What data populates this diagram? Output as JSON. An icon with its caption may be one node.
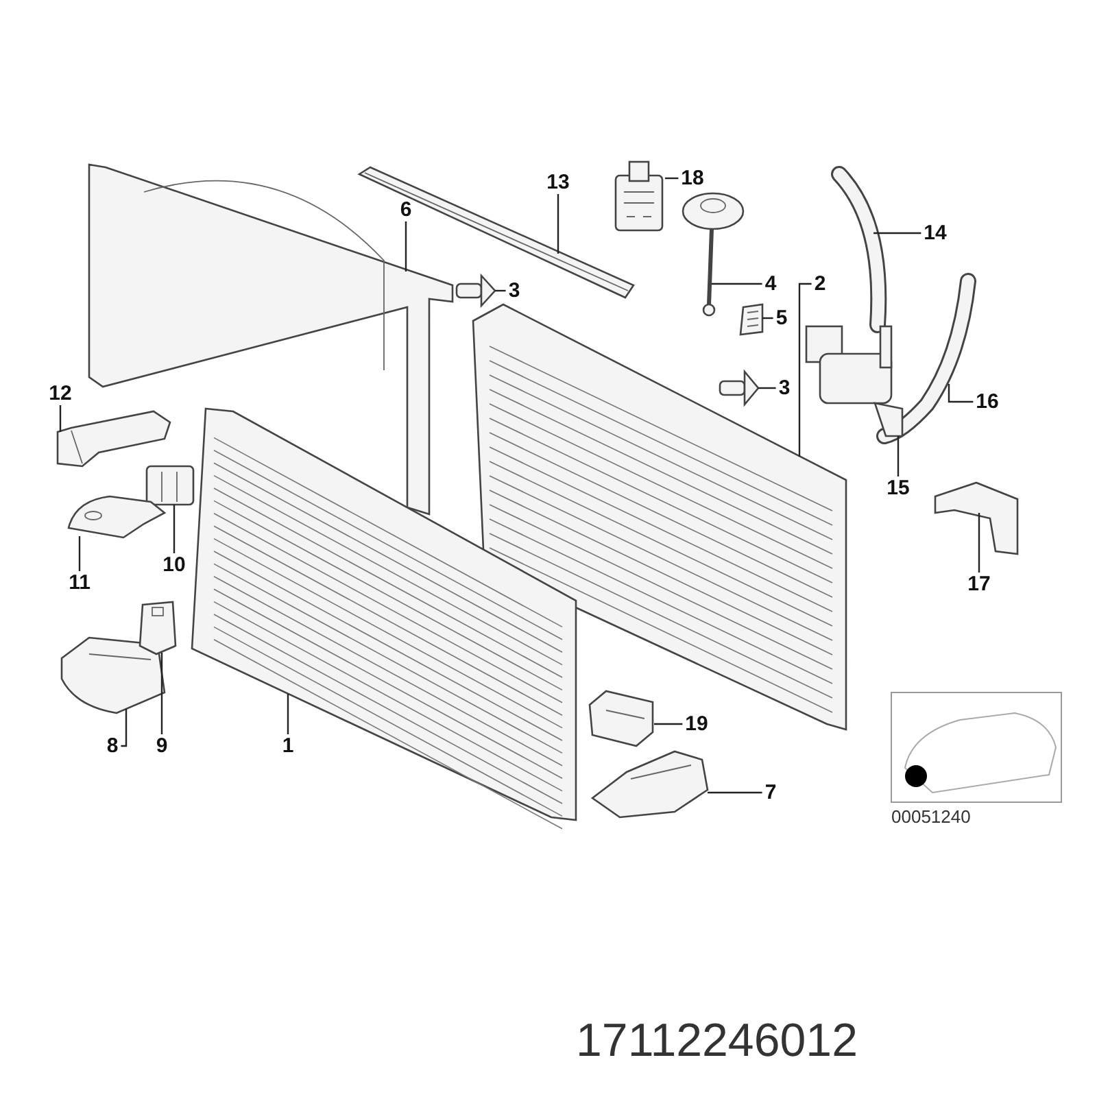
{
  "diagram": {
    "nodes": [
      {
        "text": [
          "13"
        ]
      },
      {
        "text": [
          "18"
        ]
      },
      {
        "text": [
          "6"
        ]
      },
      {
        "text": [
          "14"
        ]
      },
      {
        "text": [
          "4"
        ]
      },
      {
        "text": [
          "2"
        ]
      },
      {
        "text": [
          "3"
        ]
      },
      {
        "text": [
          "5"
        ]
      },
      {
        "text": [
          "3"
        ]
      },
      {
        "text": [
          "12"
        ]
      },
      {
        "text": [
          "16"
        ]
      },
      {
        "text": [
          "15"
        ]
      },
      {
        "text": [
          "10"
        ]
      },
      {
        "text": [
          "11"
        ]
      },
      {
        "text": [
          "17"
        ]
      },
      {
        "text": [
          "19"
        ]
      },
      {
        "text": [
          "8"
        ]
      },
      {
        "text": [
          "9"
        ]
      },
      {
        "text": [
          "1"
        ]
      },
      {
        "text": [
          "7"
        ]
      },
      {
        "text": [],
        "shape": "picture"
      },
      {
        "text": [],
        "shape": "picture"
      },
      {
        "text": [],
        "shape": "picture"
      },
      {
        "text": [],
        "shape": "picture"
      },
      {
        "text": [],
        "shape": "picture"
      },
      {
        "text": [],
        "shape": "picture"
      },
      {
        "text": [],
        "shape": "picture"
      },
      {
        "text": [],
        "shape": "picture"
      },
      {
        "text": [],
        "shape": "picture"
      },
      {
        "text": [],
        "shape": "picture"
      },
      {
        "text": [],
        "shape": "picture"
      },
      {
        "text": [],
        "shape": "picture"
      },
      {
        "text": [],
        "shape": "picture"
      },
      {
        "text": [],
        "shape": "picture"
      },
      {
        "text": [],
        "shape": "picture"
      },
      {
        "text": [],
        "shape": "picture"
      },
      {
        "text": [],
        "shape": "picture"
      },
      {
        "text": [],
        "shape": "picture"
      },
      {
        "text": [],
        "shape": "picture"
      },
      {
        "text": [],
        "shape": "picture"
      }
    ],
    "edges": [
      {
        "from": 0,
        "to": 20,
        "arrow": "none"
      },
      {
        "from": 1,
        "to": 21,
        "arrow": "none"
      },
      {
        "from": 2,
        "to": 22,
        "arrow": "none"
      },
      {
        "from": 3,
        "to": 23,
        "arrow": "none"
      },
      {
        "from": 4,
        "to": 24,
        "arrow": "none"
      },
      {
        "from": 5,
        "to": 25,
        "arrow": "none"
      },
      {
        "from": 6,
        "to": 26,
        "arrow": "none"
      },
      {
        "from": 7,
        "to": 27,
        "arrow": "none"
      },
      {
        "from": 8,
        "to": 28,
        "arrow": "none"
      },
      {
        "from": 9,
        "to": 29,
        "arrow": "none"
      },
      {
        "from": 10,
        "to": 30,
        "arrow": "none"
      },
      {
        "from": 11,
        "to": 31,
        "arrow": "none"
      },
      {
        "from": 12,
        "to": 32,
        "arrow": "none"
      },
      {
        "from": 13,
        "to": 33,
        "arrow": "none"
      },
      {
        "from": 14,
        "to": 34,
        "arrow": "none"
      },
      {
        "from": 15,
        "to": 35,
        "arrow": "none"
      },
      {
        "from": 16,
        "to": 36,
        "arrow": "none"
      },
      {
        "from": 17,
        "to": 37,
        "arrow": "none"
      },
      {
        "from": 18,
        "to": 38,
        "arrow": "none"
      },
      {
        "from": 19,
        "to": 39,
        "arrow": "none"
      }
    ],
    "labels": [
      "00051240",
      "17112246012"
    ]
  }
}
